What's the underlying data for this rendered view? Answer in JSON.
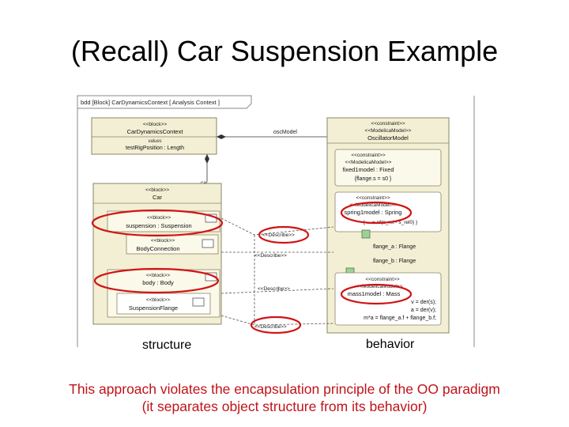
{
  "slide": {
    "title": "(Recall) Car Suspension Example",
    "note_line1": "This approach violates the encapsulation principle of the OO paradigm",
    "note_line2": "(it separates object structure from its behavior)",
    "label_structure": "structure",
    "label_behavior": "behavior"
  },
  "diagram": {
    "header": "bdd [Block] CarDynamicsContext [ Analysis Context ]",
    "context_block": {
      "stereotype": "<<block>>",
      "name": "CarDynamicsContext",
      "section": "values",
      "value": "testRigPosition : Length"
    },
    "oscillator": {
      "stereotype": "<<constraint>>",
      "stereotype2": "<<ModelicaModel>>",
      "name": "OscillatorModel"
    },
    "fixed": {
      "stereotype": "<<constraint>>",
      "stereotype2": "<<ModelicaModel>>",
      "name": "fixed1model : Fixed",
      "constraint": "{flange.s = s0 }"
    },
    "spring": {
      "stereotype": "<<constraint>>",
      "stereotype2": "<<ModelicaModel>>",
      "name": "spring1model : Spring",
      "constraint": "{ ... = c*(s_rel - s_rel0) }"
    },
    "mass": {
      "stereotype": "<<constraint>>",
      "stereotype2": "<<ModelicaModel>>",
      "name": "mass1model : Mass",
      "eq1": "v = der(s);",
      "eq2": "a = der(v);",
      "eq3": "m*a = flange_a.f + flange_b.f;"
    },
    "flange_a": "flange_a : Flange",
    "flange_b": "flange_b : Flange",
    "oscmodel_role": "oscModel",
    "car_role": "car",
    "car": {
      "stereotype": "<<block>>",
      "name": "Car"
    },
    "suspension": {
      "stereotype": "<<block>>",
      "name": "suspension : Suspension"
    },
    "body_connection": {
      "stereotype": "<<block>>",
      "name": "BodyConnection"
    },
    "body": {
      "stereotype": "<<block>>",
      "name": "body : Body"
    },
    "susp_flange": {
      "stereotype": "<<block>>",
      "name": "SuspensionFlange"
    },
    "describe1": "<<Describe>>",
    "describe2": "<<Describe>>",
    "describe3": "<<Describe>>",
    "describe4": "<<Describe>>"
  },
  "colors": {
    "block_fill": "#f3efd4",
    "block_stroke": "#8a8466",
    "highlight": "#d11414",
    "note_text": "#c0131a",
    "port_fill": "#9fd09a"
  }
}
